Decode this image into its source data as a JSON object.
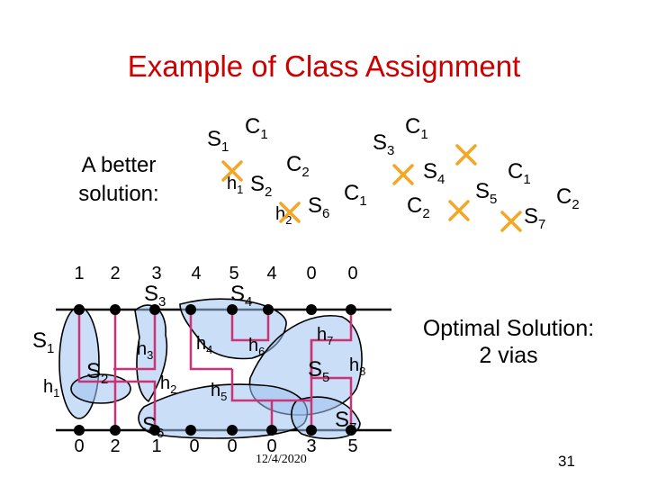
{
  "slide": {
    "title": "Example of Class Assignment",
    "subtitle_lines": [
      "A better",
      "solution:"
    ],
    "optimal_lines": [
      "Optimal Solution:",
      "2 vias"
    ],
    "date": "12/4/2020",
    "page_number": "31"
  },
  "top_row": {
    "numbers": [
      {
        "label": "1"
      },
      {
        "label": "2"
      },
      {
        "label": "3"
      },
      {
        "label": "4"
      },
      {
        "label": "5"
      },
      {
        "label": "4"
      },
      {
        "label": "0"
      },
      {
        "label": "0"
      }
    ]
  },
  "bottom_row": {
    "numbers": [
      {
        "label": "0"
      },
      {
        "label": "2"
      },
      {
        "label": "1"
      },
      {
        "label": "0"
      },
      {
        "label": "0"
      },
      {
        "label": "0"
      },
      {
        "label": "3"
      },
      {
        "label": "5"
      }
    ]
  },
  "main_labels": {
    "S1": {
      "main": "S",
      "sub": "1"
    },
    "S2": {
      "main": "S",
      "sub": "2"
    },
    "S3": {
      "main": "S",
      "sub": "3"
    },
    "S4": {
      "main": "S",
      "sub": "4"
    },
    "S5": {
      "main": "S",
      "sub": "5"
    },
    "S6": {
      "main": "S",
      "sub": "6"
    },
    "S7": {
      "main": "S",
      "sub": "7"
    },
    "h1": {
      "main": "h",
      "sub": "1"
    },
    "h2": {
      "main": "h",
      "sub": "2"
    },
    "h3": {
      "main": "h",
      "sub": "3"
    },
    "h4": {
      "main": "h",
      "sub": "4"
    },
    "h5": {
      "main": "h",
      "sub": "5"
    },
    "h6": {
      "main": "h",
      "sub": "6"
    },
    "h7": {
      "main": "h",
      "sub": "7"
    },
    "h8": {
      "main": "h",
      "sub": "8"
    }
  },
  "conflict_graphs": {
    "left": [
      {
        "id": "S1",
        "main": "S",
        "sub": "1"
      },
      {
        "id": "C1",
        "main": "C",
        "sub": "1"
      },
      {
        "id": "h1",
        "main": "h",
        "sub": "1"
      },
      {
        "id": "S2",
        "main": "S",
        "sub": "2"
      },
      {
        "id": "C2",
        "main": "C",
        "sub": "2"
      },
      {
        "id": "h2",
        "main": "h",
        "sub": "2"
      },
      {
        "id": "S6",
        "main": "S",
        "sub": "6"
      },
      {
        "id": "C1b",
        "main": "C",
        "sub": "1"
      }
    ],
    "right": [
      {
        "id": "S3",
        "main": "S",
        "sub": "3"
      },
      {
        "id": "C1",
        "main": "C",
        "sub": "1"
      },
      {
        "id": "S4",
        "main": "S",
        "sub": "4"
      },
      {
        "id": "C2",
        "main": "C",
        "sub": "2"
      },
      {
        "id": "S5",
        "main": "S",
        "sub": "5"
      },
      {
        "id": "C1b",
        "main": "C",
        "sub": "1"
      },
      {
        "id": "S7",
        "main": "S",
        "sub": "7"
      },
      {
        "id": "C2b",
        "main": "C",
        "sub": "2"
      }
    ]
  },
  "colors": {
    "title": "#cc0000",
    "region_fill": "#9ec3f0",
    "wire": "#cc3377",
    "cross": "#f5a623",
    "text": "#000000"
  }
}
